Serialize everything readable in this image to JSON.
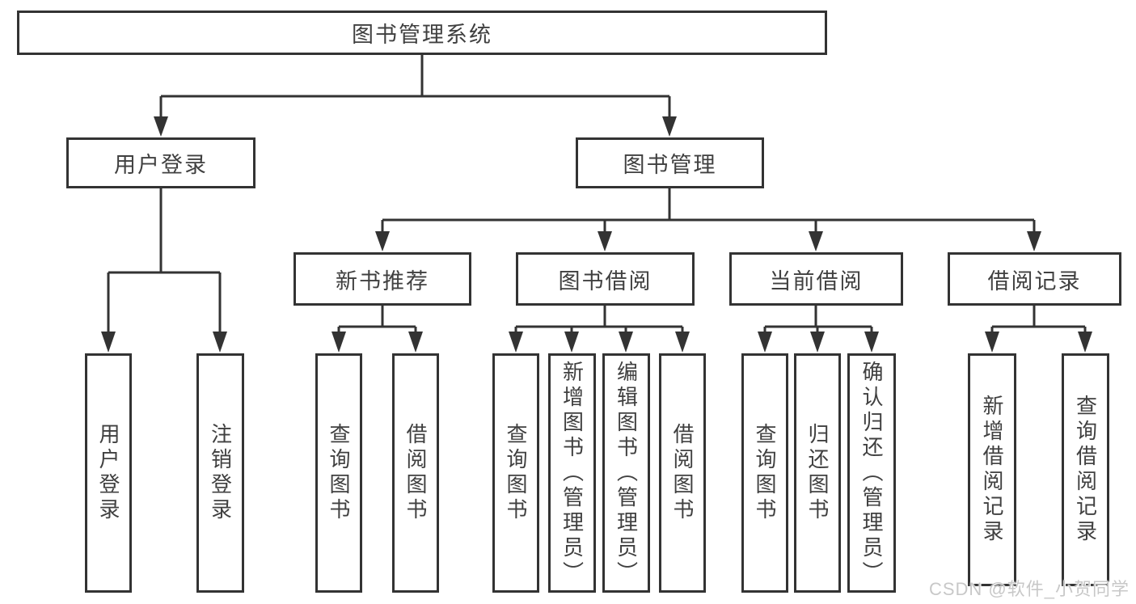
{
  "tree": {
    "root": "图书管理系统",
    "user_login": {
      "label": "用户登录",
      "children": [
        "用户登录",
        "注销登录"
      ]
    },
    "book_management": {
      "label": "图书管理",
      "sections": [
        {
          "label": "新书推荐",
          "children": [
            "查询图书",
            "借阅图书"
          ]
        },
        {
          "label": "图书借阅",
          "children": [
            "查询图书",
            "新增图书（管理员）",
            "编辑图书（管理员）",
            "借阅图书"
          ]
        },
        {
          "label": "当前借阅",
          "children": [
            "查询图书",
            "归还图书",
            "确认归还（管理员）"
          ]
        },
        {
          "label": "借阅记录",
          "children": [
            "新增借阅记录",
            "查询借阅记录"
          ]
        }
      ]
    }
  },
  "watermark": "CSDN @软件_小贺同学",
  "colors": {
    "line": "#333333",
    "text": "#404040",
    "watermark": "#c8c8c8",
    "background": "#ffffff"
  }
}
